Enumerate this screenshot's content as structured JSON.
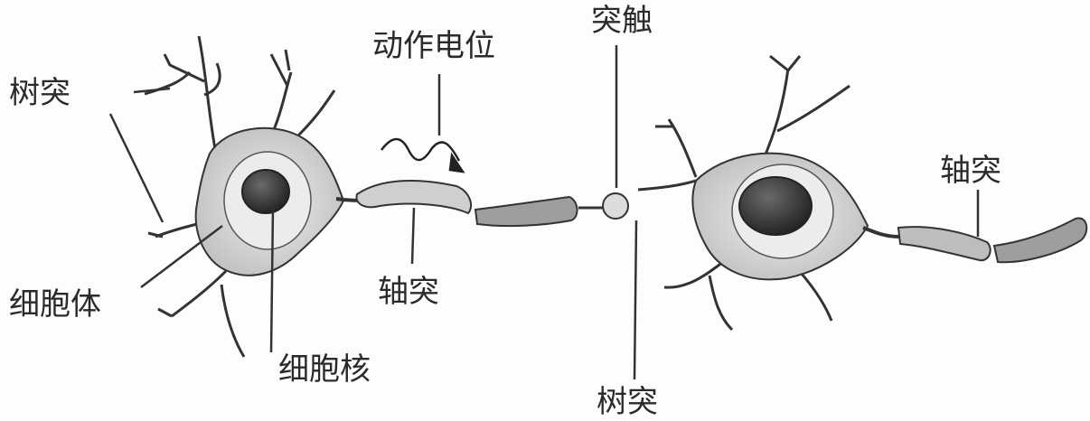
{
  "labels": {
    "dendrite_left": "树突",
    "cell_body": "细胞体",
    "nucleus": "细胞核",
    "action_potential": "动作电位",
    "axon_middle": "轴突",
    "synapse": "突触",
    "dendrite_bottom": "树突",
    "axon_right": "轴突"
  },
  "colors": {
    "ink": "#2a2a2a",
    "cell_fill": "#d9d9d9",
    "nucleus_fill": "#3a3a3a",
    "background": "#fdfdfd"
  }
}
